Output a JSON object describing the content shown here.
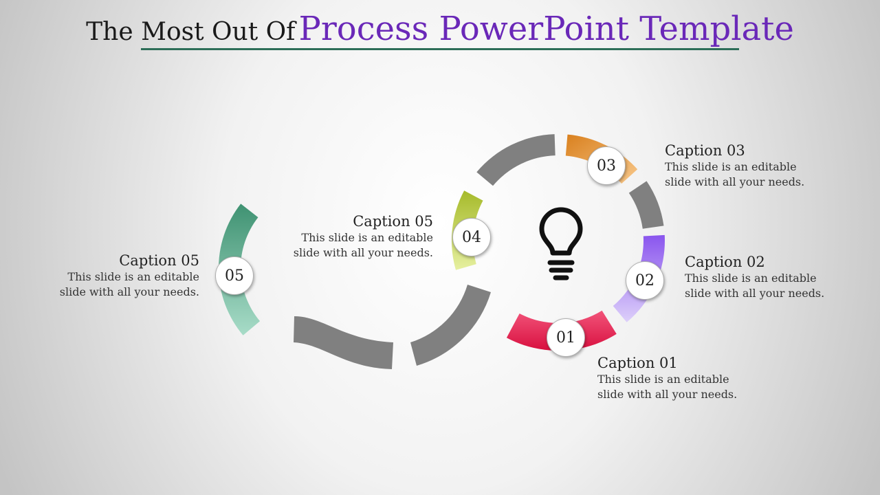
{
  "title": {
    "prefix": "The Most Out Of",
    "highlight": "Process PowerPoint Template"
  },
  "colors": {
    "step01": "#e0174a",
    "step02": "#9b6bf0",
    "step03": "#e8922e",
    "step04": "#b5cc3c",
    "step05": "#4a9c7a",
    "connector": "#808080",
    "rule": "#2d6e58",
    "highlight": "#6a28b8"
  },
  "center_icon": "lightbulb-icon",
  "steps": [
    {
      "number": "01",
      "caption": "Caption 01",
      "line1": "This slide is an editable",
      "line2": "slide with all your needs."
    },
    {
      "number": "02",
      "caption": "Caption 02",
      "line1": "This slide is an editable",
      "line2": "slide with all your needs."
    },
    {
      "number": "03",
      "caption": "Caption 03",
      "line1": "This slide is an editable",
      "line2": "slide with all your needs."
    },
    {
      "number": "04",
      "caption": "Caption 05",
      "line1": "This slide is an editable",
      "line2": "slide with all your needs."
    },
    {
      "number": "05",
      "caption": "Caption 05",
      "line1": "This slide is an editable",
      "line2": "slide with all your needs."
    }
  ]
}
